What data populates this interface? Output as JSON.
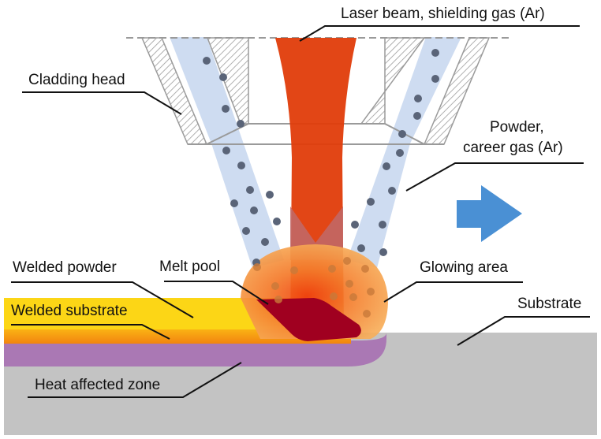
{
  "title": "Laser cladding process diagram",
  "labels": {
    "laser_beam": "Laser beam, shielding gas (Ar)",
    "cladding_head": "Cladding head",
    "powder_line1": "Powder,",
    "powder_line2": "career gas (Ar)",
    "welded_powder": "Welded powder",
    "melt_pool": "Melt pool",
    "glowing_area": "Glowing area",
    "welded_substrate": "Welded substrate",
    "substrate": "Substrate",
    "heat_affected_zone": "Heat affected zone"
  },
  "direction_arrow": "right",
  "colors": {
    "laser": "#e03c0a",
    "powder_stream": "#c9d8f0",
    "powder_particle": "#5a6478",
    "nozzle_hatch": "#9a9a9a",
    "glow": "#f5a04a",
    "melt_pool": "#a00020",
    "welded_powder": "#fcd616",
    "welded_substrate": "#f39a12",
    "haz": "#aa78b4",
    "substrate": "#c3c3c3",
    "arrow": "#4a90d4"
  }
}
